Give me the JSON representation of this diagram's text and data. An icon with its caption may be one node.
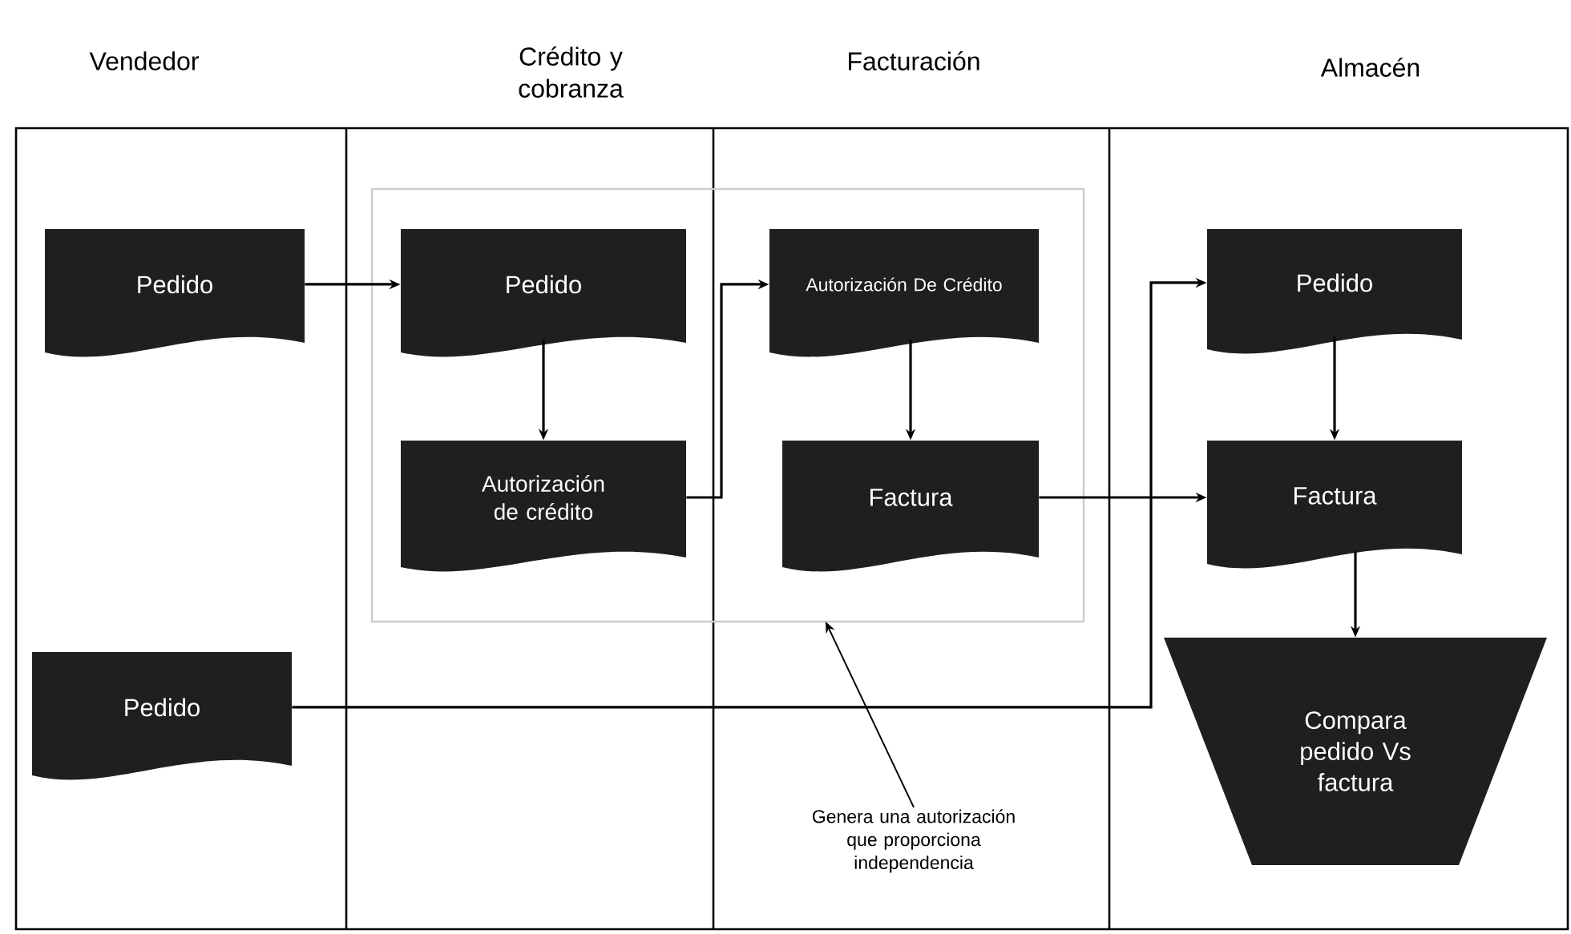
{
  "diagram": {
    "nodes": [
      {
        "text": [
          "Pedido"
        ]
      },
      {
        "text": [
          "Pedido"
        ]
      },
      {
        "text": [],
        "shape": "box"
      },
      {
        "text": [
          "Pedido"
        ],
        "in": 2
      },
      {
        "text": [
          "Autorización de crédito"
        ],
        "in": 2
      },
      {
        "text": [
          "Autorización De Crédito"
        ],
        "in": 2
      },
      {
        "text": [
          "Factura"
        ],
        "in": 2
      },
      {
        "text": [
          "Genera una autorización que proporciona independencia"
        ]
      },
      {
        "text": [
          "Pedido"
        ]
      },
      {
        "text": [
          "Factura"
        ]
      },
      {
        "text": [
          "Compara pedido Vs factura"
        ]
      }
    ],
    "edges": [
      {
        "from": 0,
        "to": 3,
        "arrow": "to"
      },
      {
        "from": 3,
        "to": 4,
        "arrow": "to"
      },
      {
        "from": 4,
        "to": 5,
        "arrow": "to"
      },
      {
        "from": 5,
        "to": 6,
        "arrow": "to"
      },
      {
        "from": 6,
        "to": 9,
        "arrow": "to"
      },
      {
        "from": 1,
        "to": 8,
        "arrow": "to"
      },
      {
        "from": 8,
        "to": 9,
        "arrow": "to"
      },
      {
        "from": 9,
        "to": 10,
        "arrow": "to"
      },
      {
        "from": 7,
        "to": 2,
        "arrow": "to"
      }
    ],
    "labels": [
      "Vendedor",
      "Crédito y cobranza",
      "Facturación",
      "Almacén"
    ]
  }
}
